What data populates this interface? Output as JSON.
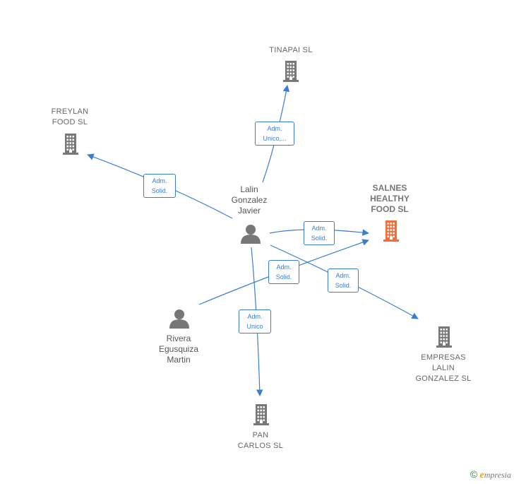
{
  "colors": {
    "edge": "#3a7dd1",
    "company_icon": "#777777",
    "target_icon": "#f26c3c",
    "person_icon": "#777777"
  },
  "nodes": [
    {
      "id": "tinapai",
      "kind": "company",
      "label": "TINAPAI  SL",
      "icon": "building-icon"
    },
    {
      "id": "freylan",
      "kind": "company",
      "label": "FREYLAN\nFOOD  SL",
      "icon": "building-icon"
    },
    {
      "id": "salnes",
      "kind": "target",
      "label": "SALNES\nHEALTHY\nFOOD  SL",
      "icon": "building-icon"
    },
    {
      "id": "lalin",
      "kind": "person",
      "label": "Lalin\nGonzalez\nJavier",
      "icon": "person-icon"
    },
    {
      "id": "rivera",
      "kind": "person",
      "label": "Rivera\nEgusquiza\nMartin",
      "icon": "person-icon"
    },
    {
      "id": "empresas",
      "kind": "company",
      "label": "EMPRESAS\nLALIN\nGONZALEZ  SL",
      "icon": "building-icon"
    },
    {
      "id": "pan",
      "kind": "company",
      "label": "PAN\nCARLOS SL",
      "icon": "building-icon"
    }
  ],
  "edges": [
    {
      "from": "lalin",
      "to": "tinapai",
      "label": "Adm.\nUnico,..."
    },
    {
      "from": "lalin",
      "to": "freylan",
      "label": "Adm.\nSolid."
    },
    {
      "from": "lalin",
      "to": "salnes",
      "label": "Adm.\nSolid."
    },
    {
      "from": "rivera",
      "to": "salnes",
      "label": "Adm.\nSolid."
    },
    {
      "from": "lalin",
      "to": "empresas",
      "label": "Adm.\nSolid."
    },
    {
      "from": "lalin",
      "to": "pan",
      "label": "Adm.\nUnico"
    }
  ],
  "brand": {
    "copyright": "©",
    "initial": "e",
    "rest": "mpresia"
  }
}
